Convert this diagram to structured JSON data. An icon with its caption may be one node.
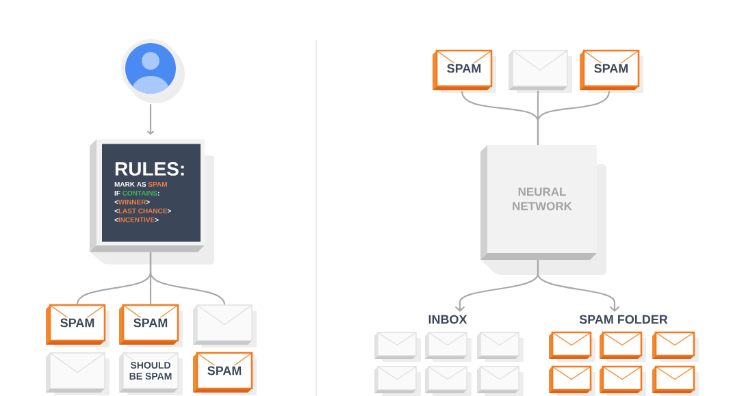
{
  "diagram": {
    "nodes": [
      {
        "text": [],
        "shape": "person"
      },
      {
        "text": [
          "RULES:",
          "MARK AS **SPAM** IF *CONTAINS*:",
          "<**WINNER**>",
          "<**LAST CHANCE**>",
          "<**INCENTIVE**>"
        ]
      },
      {
        "text": [
          "SPAM"
        ]
      },
      {
        "text": [
          "SPAM"
        ]
      },
      {
        "text": [],
        "shape": "envelope"
      },
      {
        "text": [],
        "shape": "envelope"
      },
      {
        "text": [
          "SHOULD BE SPAM"
        ]
      },
      {
        "text": [
          "SPAM"
        ]
      },
      {
        "text": [
          "SPAM"
        ]
      },
      {
        "text": [],
        "shape": "envelope"
      },
      {
        "text": [
          "SPAM"
        ]
      },
      {
        "text": [
          "NEURAL NETWORK"
        ]
      },
      {
        "text": [
          "INBOX"
        ]
      },
      {
        "text": [
          "SPAM FOLDER"
        ]
      },
      {
        "text": [],
        "shape": "envelope"
      },
      {
        "text": [],
        "shape": "envelope"
      },
      {
        "text": [],
        "shape": "envelope"
      },
      {
        "text": [],
        "shape": "envelope"
      },
      {
        "text": [],
        "shape": "envelope"
      },
      {
        "text": [],
        "shape": "envelope"
      },
      {
        "text": [],
        "shape": "envelope"
      },
      {
        "text": [],
        "shape": "envelope"
      },
      {
        "text": [],
        "shape": "envelope"
      },
      {
        "text": [],
        "shape": "envelope"
      },
      {
        "text": [],
        "shape": "envelope"
      },
      {
        "text": [],
        "shape": "envelope"
      }
    ],
    "edges": [
      {
        "from": 0,
        "to": 1,
        "arrow": "to"
      },
      {
        "from": 1,
        "to": 2,
        "arrow": "none"
      },
      {
        "from": 1,
        "to": 3,
        "arrow": "none"
      },
      {
        "from": 1,
        "to": 4,
        "arrow": "none"
      },
      {
        "from": 8,
        "to": 11,
        "arrow": "none"
      },
      {
        "from": 9,
        "to": 11,
        "arrow": "none"
      },
      {
        "from": 10,
        "to": 11,
        "arrow": "none"
      },
      {
        "from": 11,
        "to": 12,
        "arrow": "to"
      },
      {
        "from": 11,
        "to": 13,
        "arrow": "to"
      }
    ]
  }
}
